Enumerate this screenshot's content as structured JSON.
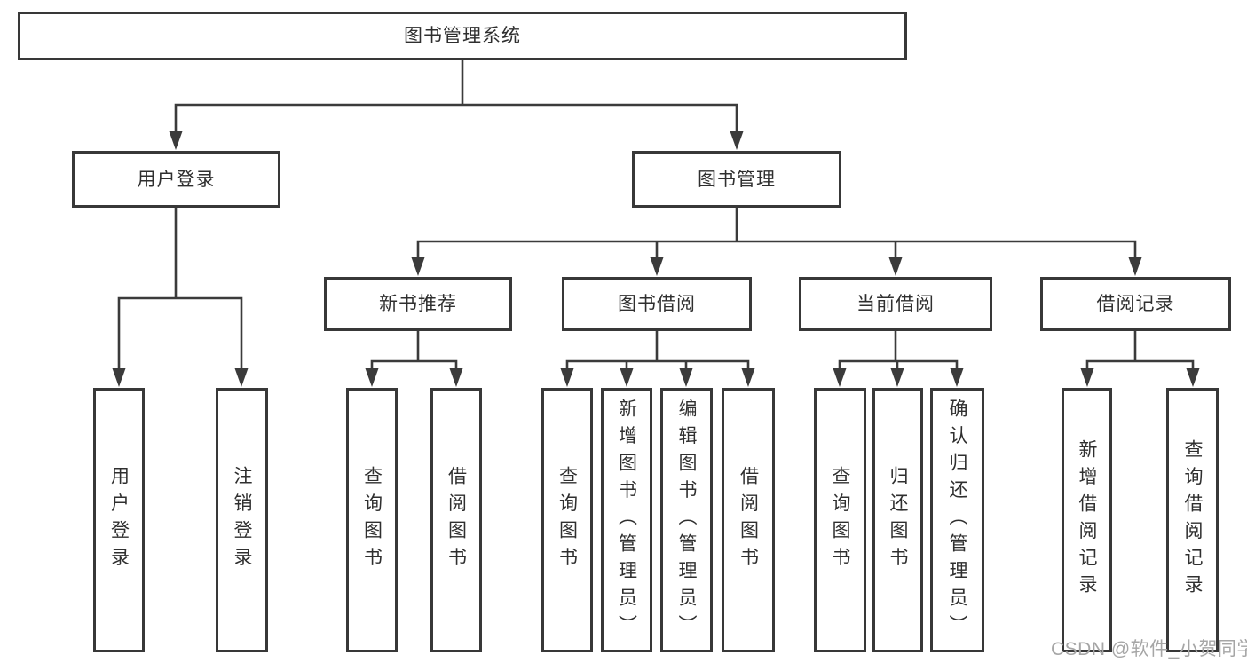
{
  "diagram": {
    "root": "图书管理系统",
    "user_login": {
      "label": "用户登录",
      "children": [
        "用户登录",
        "注销登录"
      ]
    },
    "book_management": {
      "label": "图书管理",
      "sections": {
        "new_book_recommend": {
          "label": "新书推荐",
          "children": [
            "查询图书",
            "借阅图书"
          ]
        },
        "book_borrow": {
          "label": "图书借阅",
          "children": [
            "查询图书",
            "新增图书（管理员）",
            "编辑图书（管理员）",
            "借阅图书"
          ]
        },
        "current_borrow": {
          "label": "当前借阅",
          "children": [
            "查询图书",
            "归还图书",
            "确认归还（管理员）"
          ]
        },
        "borrow_records": {
          "label": "借阅记录",
          "children": [
            "新增借阅记录",
            "查询借阅记录"
          ]
        }
      }
    }
  },
  "watermark": "CSDN @软件_小贺同学",
  "colors": {
    "line": "#3b3b3b",
    "text": "#2f2f2f",
    "watermark": "#a6a6a6",
    "background": "#ffffff"
  }
}
